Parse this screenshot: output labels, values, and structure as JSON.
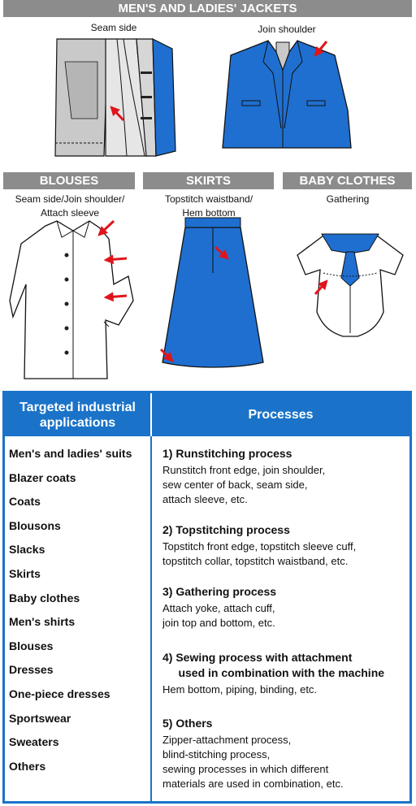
{
  "sections": {
    "jackets": {
      "title": "MEN'S AND LADIES' JACKETS",
      "captions": [
        "Seam side",
        "Join shoulder"
      ]
    },
    "blouses": {
      "title": "BLOUSES",
      "caption": "Seam side/Join shoulder/\nAttach sleeve"
    },
    "skirts": {
      "title": "SKIRTS",
      "caption": "Topstitch waistband/\nHem bottom"
    },
    "baby": {
      "title": "BABY CLOTHES",
      "caption": "Gathering"
    }
  },
  "table": {
    "header_left": "Targeted industrial applications",
    "header_right": "Processes",
    "applications": [
      "Men's and ladies' suits",
      "Blazer coats",
      "Coats",
      "Blousons",
      "Slacks",
      "Skirts",
      "Baby clothes",
      "Men's shirts",
      "Blouses",
      "Dresses",
      "One-piece dresses",
      "Sportswear",
      "Sweaters",
      "Others"
    ],
    "processes": [
      {
        "title": "1) Runstitching process",
        "desc": "Runstitch front edge, join shoulder,\nsew center of back, seam side,\nattach sleeve, etc."
      },
      {
        "title": "2) Topstitching process",
        "desc": "Topstitch front edge, topstitch sleeve cuff,\ntopstitch collar, topstitch waistband, etc."
      },
      {
        "title": "3) Gathering process",
        "desc": "Attach yoke, attach cuff,\njoin top and bottom, etc."
      },
      {
        "title": "4) Sewing process with attachment\n     used in combination with the machine",
        "desc": "Hem bottom, piping, binding, etc."
      },
      {
        "title": "5) Others",
        "desc": "Zipper-attachment process,\nblind-stitching process,\nsewing processes in which different\nmaterials are used in combination, etc."
      }
    ]
  },
  "colors": {
    "blue": "#1a73c8",
    "garment_blue": "#1f6fd0",
    "band_gray": "#8c8c8c",
    "arrow_red": "#e0151c"
  },
  "icons": [
    "seam-side-jacket-illustration",
    "blue-jacket-illustration",
    "blouse-illustration",
    "skirt-illustration",
    "baby-romper-illustration",
    "red-arrow-icon"
  ]
}
